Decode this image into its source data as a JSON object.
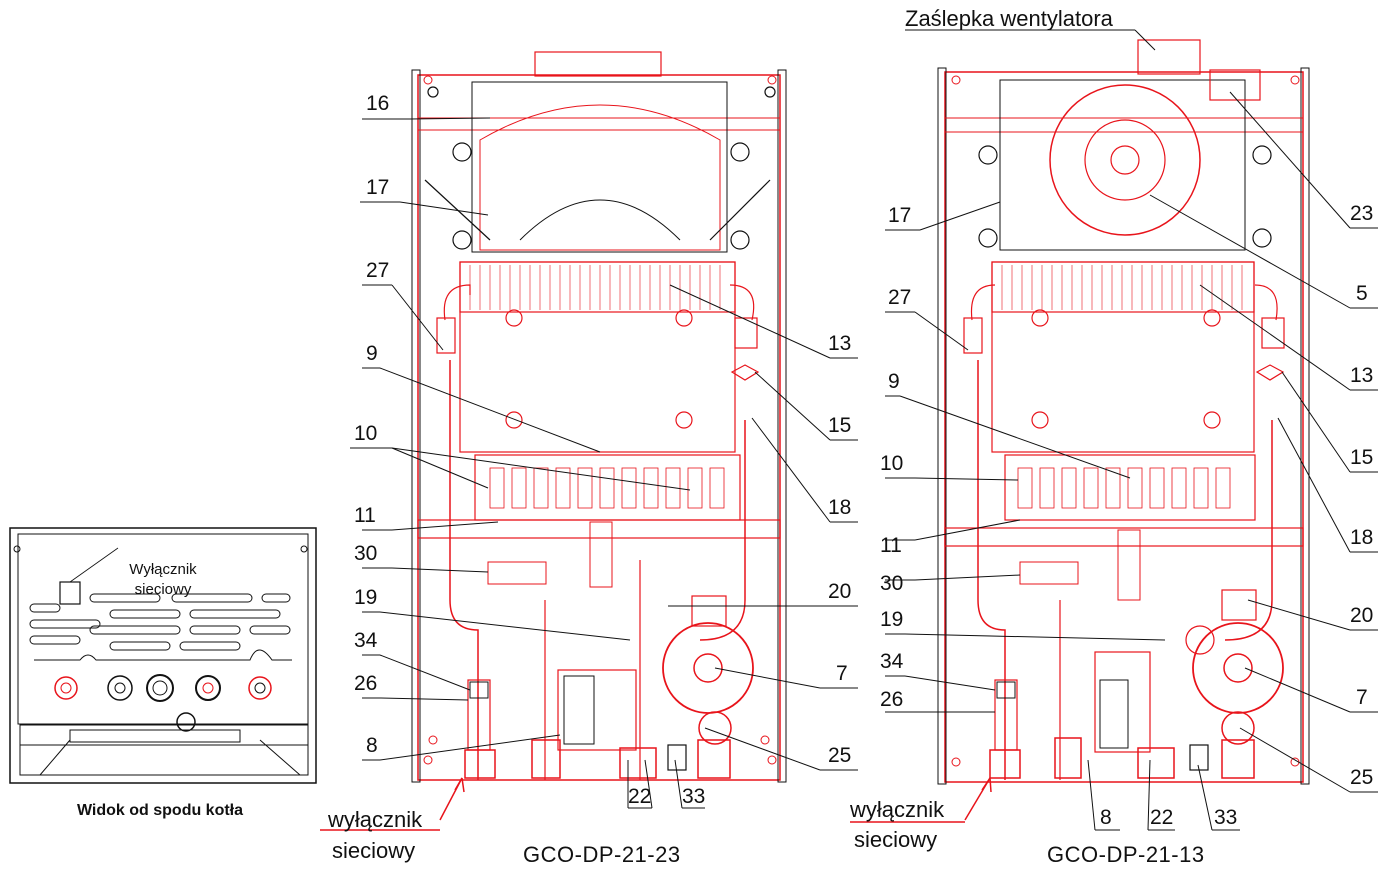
{
  "labels": {
    "bottom_view_caption": "Widok od spodu kotła",
    "switch_top": "Wyłącznik",
    "switch_bottom": "sieciowy",
    "mains_switch_line1": "wyłącznik",
    "mains_switch_line2": "sieciowy",
    "fan_cap": "Zaślepka wentylatora",
    "model_left": "GCO-DP-21-23",
    "model_right": "GCO-DP-21-13",
    "n16": "16",
    "n17": "17",
    "n27": "27",
    "n9": "9",
    "n10": "10",
    "n11": "11",
    "n30": "30",
    "n19": "19",
    "n34": "34",
    "n26": "26",
    "n8": "8",
    "n13": "13",
    "n15": "15",
    "n18": "18",
    "n20": "20",
    "n7": "7",
    "n25": "25",
    "n22": "22",
    "n33": "33",
    "n23": "23",
    "n5": "5"
  },
  "colors": {
    "red": "#e8141b",
    "ink": "#111111"
  }
}
